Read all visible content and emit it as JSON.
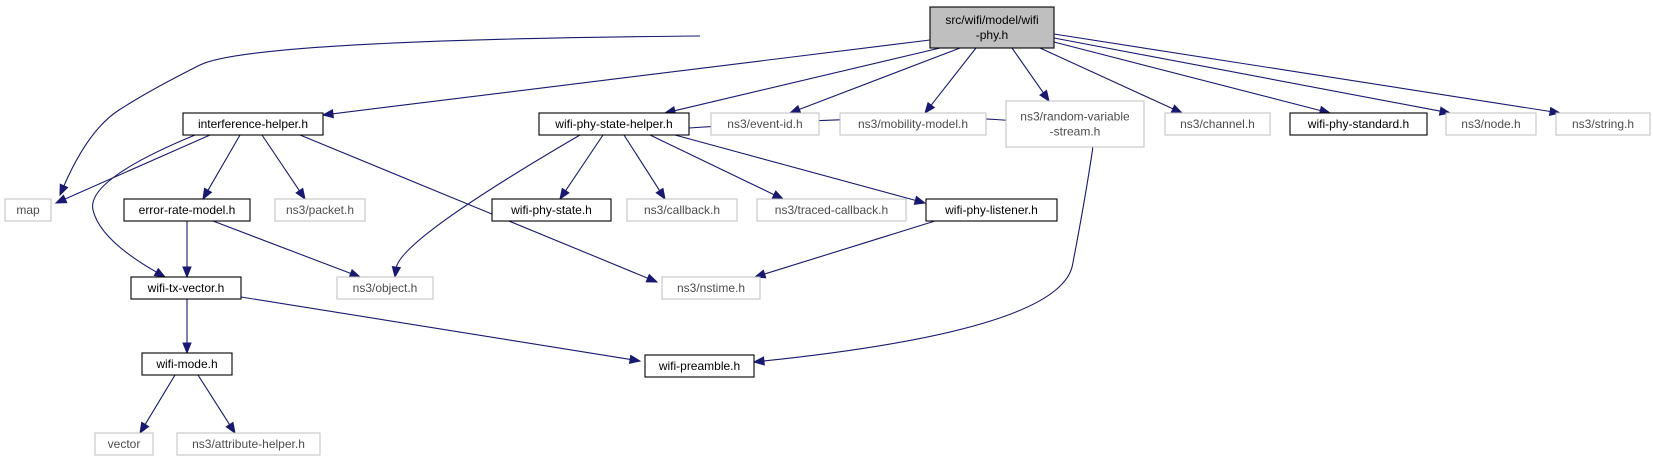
{
  "nodes": {
    "root": "src/wifi/model/wifi\n-phy.h",
    "map": "map",
    "interference_helper": "interference-helper.h",
    "wifi_phy_state_helper": "wifi-phy-state-helper.h",
    "event_id": "ns3/event-id.h",
    "mobility_model": "ns3/mobility-model.h",
    "random_variable_stream": "ns3/random-variable\n-stream.h",
    "channel": "ns3/channel.h",
    "wifi_phy_standard": "wifi-phy-standard.h",
    "node": "ns3/node.h",
    "string": "ns3/string.h",
    "error_rate_model": "error-rate-model.h",
    "packet": "ns3/packet.h",
    "wifi_phy_state": "wifi-phy-state.h",
    "callback": "ns3/callback.h",
    "traced_callback": "ns3/traced-callback.h",
    "wifi_phy_listener": "wifi-phy-listener.h",
    "wifi_tx_vector": "wifi-tx-vector.h",
    "object": "ns3/object.h",
    "nstime": "ns3/nstime.h",
    "wifi_mode": "wifi-mode.h",
    "wifi_preamble": "wifi-preamble.h",
    "vector": "vector",
    "attribute_helper": "ns3/attribute-helper.h"
  },
  "colors": {
    "edge": "#191970",
    "root_fill": "#bfbfbf",
    "documented_border": "#000000",
    "external_border": "#bfbfbf"
  }
}
